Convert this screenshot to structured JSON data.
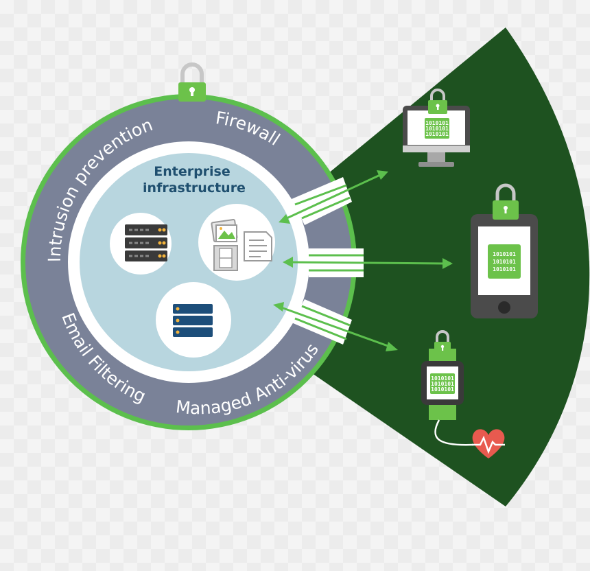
{
  "diagram": {
    "center_title_line1": "Enterprise",
    "center_title_line2": "infrastructure",
    "ring_labels": {
      "firewall": "Firewall",
      "intrusion": "Intrusion prevention",
      "email": "Email Filtering",
      "antivirus": "Managed Anti-virus"
    },
    "binary_line": "1010101"
  },
  "colors": {
    "dark_green": "#1e5220",
    "bright_green": "#5cbf4d",
    "lock_green": "#6cc24a",
    "ring_gray": "#7a8298",
    "inner_blue": "#b8d6df",
    "heart_red": "#e85a4f"
  }
}
